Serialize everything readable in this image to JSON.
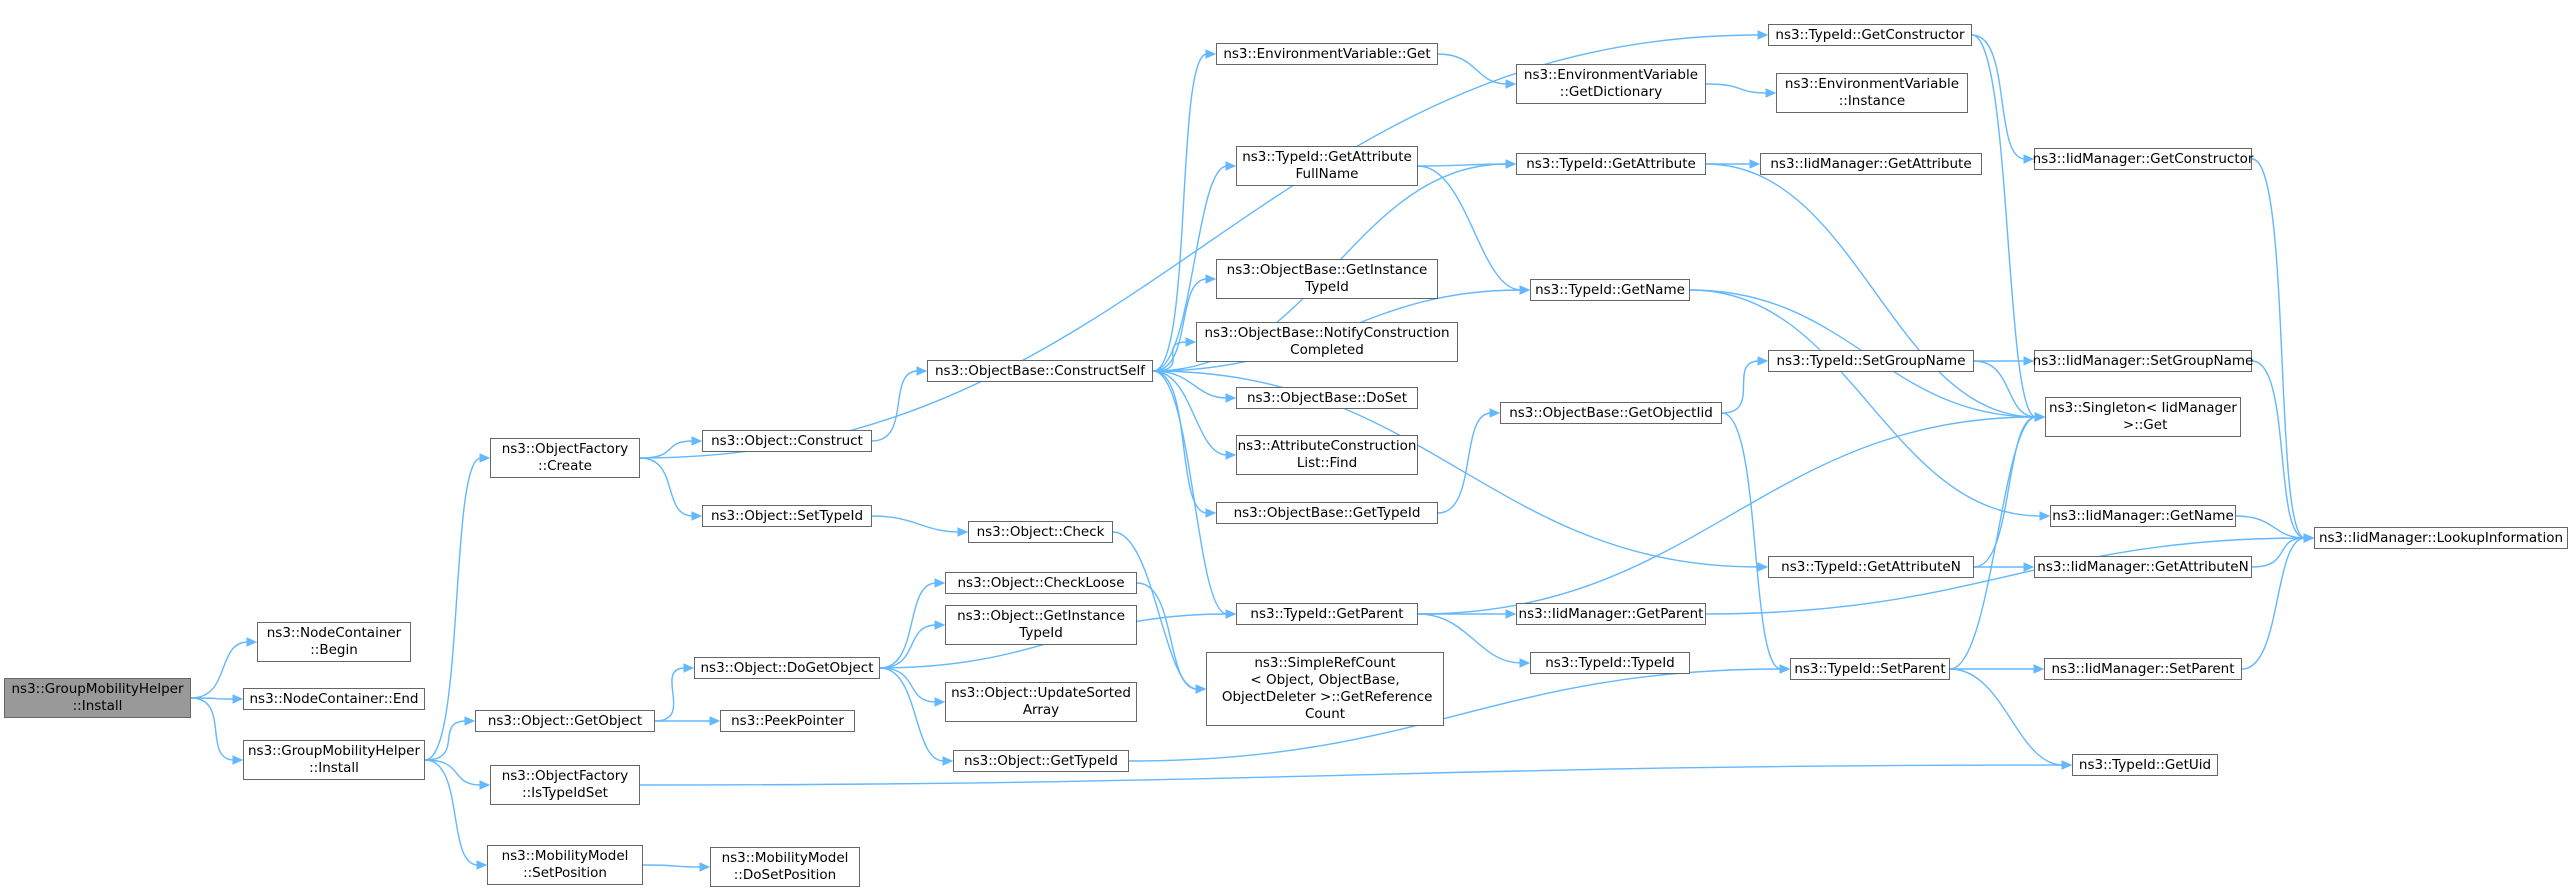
{
  "colors": {
    "edge": "#63B8FF",
    "node_border": "#666666",
    "root_fill": "#999999",
    "node_fill": "#ffffff"
  },
  "nodes": [
    {
      "id": "gmh_install_root",
      "label": "ns3::GroupMobilityHelper\n::Install",
      "root": true
    },
    {
      "id": "nc_begin",
      "label": "ns3::NodeContainer\n::Begin"
    },
    {
      "id": "nc_end",
      "label": "ns3::NodeContainer::End"
    },
    {
      "id": "gmh_install",
      "label": "ns3::GroupMobilityHelper\n::Install"
    },
    {
      "id": "of_create",
      "label": "ns3::ObjectFactory\n::Create"
    },
    {
      "id": "obj_getobject",
      "label": "ns3::Object::GetObject"
    },
    {
      "id": "of_istypeidset",
      "label": "ns3::ObjectFactory\n::IsTypeIdSet"
    },
    {
      "id": "mm_setposition",
      "label": "ns3::MobilityModel\n::SetPosition"
    },
    {
      "id": "obj_construct",
      "label": "ns3::Object::Construct"
    },
    {
      "id": "obj_settypeid",
      "label": "ns3::Object::SetTypeId"
    },
    {
      "id": "obj_dogetobject",
      "label": "ns3::Object::DoGetObject"
    },
    {
      "id": "peekpointer",
      "label": "ns3::PeekPointer"
    },
    {
      "id": "mm_dosetposition",
      "label": "ns3::MobilityModel\n::DoSetPosition"
    },
    {
      "id": "ob_constructself",
      "label": "ns3::ObjectBase::ConstructSelf"
    },
    {
      "id": "obj_check",
      "label": "ns3::Object::Check"
    },
    {
      "id": "obj_checkloose",
      "label": "ns3::Object::CheckLoose"
    },
    {
      "id": "obj_getinstancetypeid",
      "label": "ns3::Object::GetInstance\nTypeId"
    },
    {
      "id": "obj_updatesortedarray",
      "label": "ns3::Object::UpdateSorted\nArray"
    },
    {
      "id": "obj_gettypeid",
      "label": "ns3::Object::GetTypeId"
    },
    {
      "id": "env_get",
      "label": "ns3::EnvironmentVariable::Get"
    },
    {
      "id": "tid_getattributefullname",
      "label": "ns3::TypeId::GetAttribute\nFullName"
    },
    {
      "id": "ob_getinstancetypeid",
      "label": "ns3::ObjectBase::GetInstance\nTypeId"
    },
    {
      "id": "ob_notifyconstructioncompleted",
      "label": "ns3::ObjectBase::NotifyConstruction\nCompleted"
    },
    {
      "id": "ob_doset",
      "label": "ns3::ObjectBase::DoSet"
    },
    {
      "id": "acl_find",
      "label": "ns3::AttributeConstruction\nList::Find"
    },
    {
      "id": "ob_gettypeid",
      "label": "ns3::ObjectBase::GetTypeId"
    },
    {
      "id": "tid_getparent",
      "label": "ns3::TypeId::GetParent"
    },
    {
      "id": "simplerefcount",
      "label": "ns3::SimpleRefCount\n< Object, ObjectBase,\n ObjectDeleter >::GetReference\nCount"
    },
    {
      "id": "env_getdictionary",
      "label": "ns3::EnvironmentVariable\n::GetDictionary"
    },
    {
      "id": "tid_getattribute",
      "label": "ns3::TypeId::GetAttribute"
    },
    {
      "id": "tid_getname",
      "label": "ns3::TypeId::GetName"
    },
    {
      "id": "ob_getobjectiid",
      "label": "ns3::ObjectBase::GetObjectIid"
    },
    {
      "id": "iid_getparent",
      "label": "ns3::IidManager::GetParent"
    },
    {
      "id": "tid_typeid",
      "label": "ns3::TypeId::TypeId"
    },
    {
      "id": "tid_getconstructor",
      "label": "ns3::TypeId::GetConstructor"
    },
    {
      "id": "env_instance",
      "label": "ns3::EnvironmentVariable\n::Instance"
    },
    {
      "id": "iid_getattribute",
      "label": "ns3::IidManager::GetAttribute"
    },
    {
      "id": "tid_setgroupname",
      "label": "ns3::TypeId::SetGroupName"
    },
    {
      "id": "tid_getattributen",
      "label": "ns3::TypeId::GetAttributeN"
    },
    {
      "id": "tid_setparent",
      "label": "ns3::TypeId::SetParent"
    },
    {
      "id": "iid_getconstructor",
      "label": "ns3::IidManager::GetConstructor"
    },
    {
      "id": "iid_setgroupname",
      "label": "ns3::IidManager::SetGroupName"
    },
    {
      "id": "singleton_get",
      "label": "ns3::Singleton< IidManager\n >::Get"
    },
    {
      "id": "iid_getname",
      "label": "ns3::IidManager::GetName"
    },
    {
      "id": "iid_getattributen",
      "label": "ns3::IidManager::GetAttributeN"
    },
    {
      "id": "iid_setparent",
      "label": "ns3::IidManager::SetParent"
    },
    {
      "id": "tid_getuid",
      "label": "ns3::TypeId::GetUid"
    },
    {
      "id": "iid_lookupinformation",
      "label": "ns3::IidManager::LookupInformation"
    }
  ],
  "edges": [
    [
      "gmh_install_root",
      "nc_begin"
    ],
    [
      "gmh_install_root",
      "nc_end"
    ],
    [
      "gmh_install_root",
      "gmh_install"
    ],
    [
      "gmh_install",
      "of_create"
    ],
    [
      "gmh_install",
      "obj_getobject"
    ],
    [
      "gmh_install",
      "of_istypeidset"
    ],
    [
      "gmh_install",
      "mm_setposition"
    ],
    [
      "of_create",
      "tid_getconstructor"
    ],
    [
      "of_create",
      "obj_construct"
    ],
    [
      "of_create",
      "obj_settypeid"
    ],
    [
      "obj_construct",
      "ob_constructself"
    ],
    [
      "obj_settypeid",
      "obj_check"
    ],
    [
      "obj_getobject",
      "obj_dogetobject"
    ],
    [
      "obj_getobject",
      "peekpointer"
    ],
    [
      "obj_dogetobject",
      "tid_getparent"
    ],
    [
      "obj_dogetobject",
      "obj_checkloose"
    ],
    [
      "obj_dogetobject",
      "obj_getinstancetypeid"
    ],
    [
      "obj_dogetobject",
      "obj_updatesortedarray"
    ],
    [
      "obj_dogetobject",
      "obj_gettypeid"
    ],
    [
      "obj_check",
      "simplerefcount"
    ],
    [
      "obj_checkloose",
      "simplerefcount"
    ],
    [
      "obj_gettypeid",
      "tid_setparent"
    ],
    [
      "of_istypeidset",
      "tid_getuid"
    ],
    [
      "mm_setposition",
      "mm_dosetposition"
    ],
    [
      "ob_constructself",
      "env_get"
    ],
    [
      "ob_constructself",
      "tid_getattribute"
    ],
    [
      "ob_constructself",
      "tid_getattributefullname"
    ],
    [
      "ob_constructself",
      "tid_getname"
    ],
    [
      "ob_constructself",
      "ob_getinstancetypeid"
    ],
    [
      "ob_constructself",
      "ob_notifyconstructioncompleted"
    ],
    [
      "ob_constructself",
      "ob_doset"
    ],
    [
      "ob_constructself",
      "acl_find"
    ],
    [
      "ob_constructself",
      "ob_gettypeid"
    ],
    [
      "ob_constructself",
      "tid_getattributen"
    ],
    [
      "ob_constructself",
      "tid_getparent"
    ],
    [
      "env_get",
      "env_getdictionary"
    ],
    [
      "env_getdictionary",
      "env_instance"
    ],
    [
      "tid_getattributefullname",
      "tid_getattribute"
    ],
    [
      "tid_getattributefullname",
      "tid_getname"
    ],
    [
      "tid_getattribute",
      "iid_getattribute"
    ],
    [
      "tid_getattribute",
      "singleton_get"
    ],
    [
      "tid_getname",
      "singleton_get"
    ],
    [
      "tid_getname",
      "iid_getname"
    ],
    [
      "ob_gettypeid",
      "ob_getobjectiid"
    ],
    [
      "ob_getobjectiid",
      "tid_setgroupname"
    ],
    [
      "ob_getobjectiid",
      "tid_setparent"
    ],
    [
      "tid_getparent",
      "singleton_get"
    ],
    [
      "tid_getparent",
      "iid_getparent"
    ],
    [
      "tid_getparent",
      "tid_typeid"
    ],
    [
      "tid_getconstructor",
      "singleton_get"
    ],
    [
      "tid_getconstructor",
      "iid_getconstructor"
    ],
    [
      "tid_setgroupname",
      "singleton_get"
    ],
    [
      "tid_setgroupname",
      "iid_setgroupname"
    ],
    [
      "tid_getattributen",
      "singleton_get"
    ],
    [
      "tid_getattributen",
      "iid_getattributen"
    ],
    [
      "tid_setparent",
      "singleton_get"
    ],
    [
      "tid_setparent",
      "iid_setparent"
    ],
    [
      "tid_setparent",
      "tid_getuid"
    ],
    [
      "iid_getparent",
      "iid_lookupinformation"
    ],
    [
      "iid_getconstructor",
      "iid_lookupinformation"
    ],
    [
      "iid_setgroupname",
      "iid_lookupinformation"
    ],
    [
      "iid_getname",
      "iid_lookupinformation"
    ],
    [
      "iid_getattributen",
      "iid_lookupinformation"
    ],
    [
      "iid_setparent",
      "iid_lookupinformation"
    ]
  ]
}
